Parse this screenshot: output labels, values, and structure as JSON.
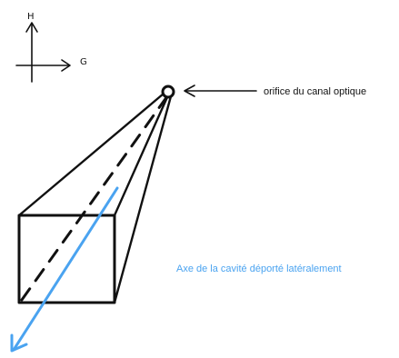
{
  "orientation": {
    "vertical_axis_label": "H",
    "horizontal_axis_label": "G"
  },
  "labels": {
    "optic_canal_orifice": "orifice du canal optique",
    "cavity_axis": "Axe de la cavité déporté latéralement"
  },
  "colors": {
    "ink": "#111111",
    "axis_accent": "#4aa3f0"
  }
}
